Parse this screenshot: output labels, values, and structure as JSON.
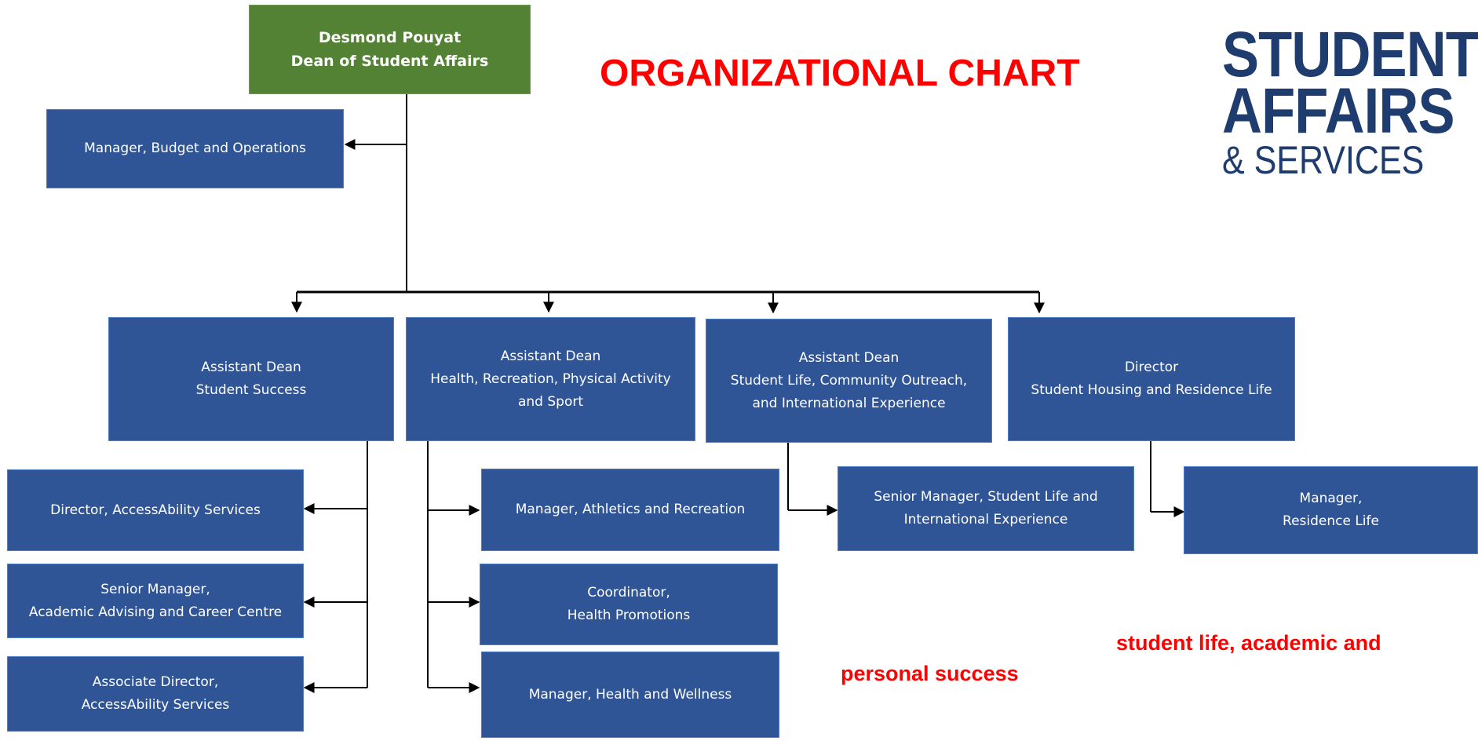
{
  "title": "ORGANIZATIONAL CHART",
  "logo": {
    "line1": "STUDENT",
    "line2": "AFFAIRS",
    "line3": "& SERVICES"
  },
  "tagline": {
    "line1": "student life, academic and",
    "line2": "personal success"
  },
  "colors": {
    "box_blue": "#2f5597",
    "box_green": "#548235",
    "title_red": "#ff0000",
    "logo_navy": "#1f3c6e"
  },
  "dean": {
    "name": "Desmond Pouyat",
    "role": "Dean of Student Affairs"
  },
  "budget_manager": {
    "line1": "Manager, Budget and Operations"
  },
  "ad_student_success": {
    "line1": "Assistant Dean",
    "line2": "Student Success"
  },
  "ad_health": {
    "line1": "Assistant Dean",
    "line2": "Health, Recreation, Physical Activity",
    "line3": "and Sport"
  },
  "ad_student_life": {
    "line1": "Assistant Dean",
    "line2": "Student Life, Community Outreach,",
    "line3": "and International Experience"
  },
  "director_housing": {
    "line1": "Director",
    "line2": "Student Housing and Residence Life"
  },
  "director_accessability": {
    "line1": "Director, AccessAbility Services"
  },
  "sm_advising": {
    "line1": "Senior Manager,",
    "line2": "Academic Advising and Career Centre"
  },
  "assoc_director_accessability": {
    "line1": "Associate Director,",
    "line2": "AccessAbility Services"
  },
  "mgr_athletics": {
    "line1": "Manager, Athletics and Recreation"
  },
  "coord_health": {
    "line1": "Coordinator,",
    "line2": "Health Promotions"
  },
  "mgr_health_wellness": {
    "line1": "Manager, Health and Wellness"
  },
  "sm_student_life": {
    "line1": "Senior Manager, Student Life and",
    "line2": "International Experience"
  },
  "mgr_residence": {
    "line1": "Manager,",
    "line2": "Residence Life"
  }
}
